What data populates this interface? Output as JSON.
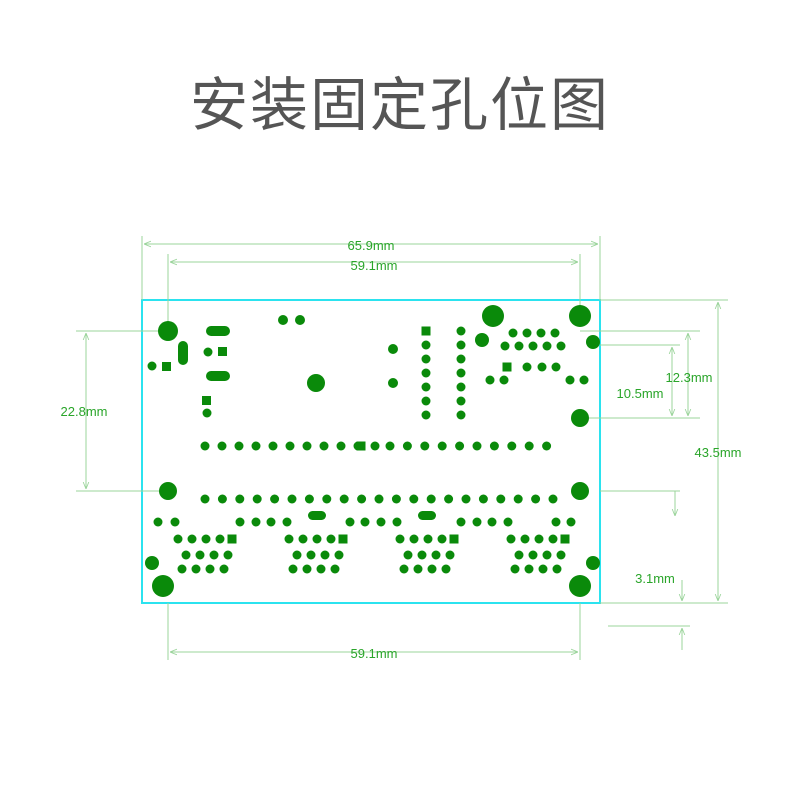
{
  "title": "安装固定孔位图",
  "colors": {
    "board_outline": "#2be3ef",
    "pads": "#0a8a0a",
    "dimension_text": "#2aa52a",
    "dimension_lines": "#9bd49b",
    "title": "#555555"
  },
  "dimensions": {
    "overall_width": "65.9mm",
    "hole_spacing_top": "59.1mm",
    "hole_spacing_bottom": "59.1mm",
    "left_vertical": "22.8mm",
    "right_a": "12.3mm",
    "right_b": "10.5mm",
    "overall_height": "43.5mm",
    "bottom_offset": "3.1mm"
  }
}
